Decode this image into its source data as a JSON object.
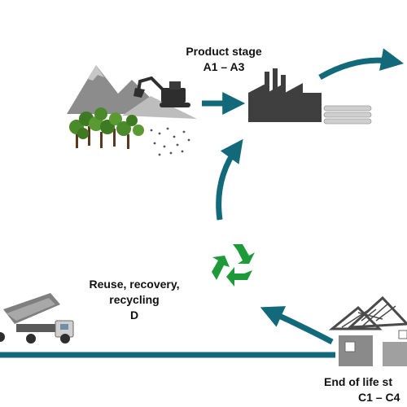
{
  "stages": {
    "product": {
      "title": "Product stage",
      "code": "A1 – A3"
    },
    "reuse": {
      "line1": "Reuse, recovery,",
      "line2": "recycling",
      "code": "D"
    },
    "end_of_life": {
      "title": "End of life st",
      "code": "C1 – C4"
    }
  },
  "colors": {
    "arrow": "#12697a",
    "recycle": "#1f9a3a",
    "tree_canopy": "#4a8a2a",
    "mountain": "#8c8c8c",
    "factory": "#3f3f3f"
  }
}
